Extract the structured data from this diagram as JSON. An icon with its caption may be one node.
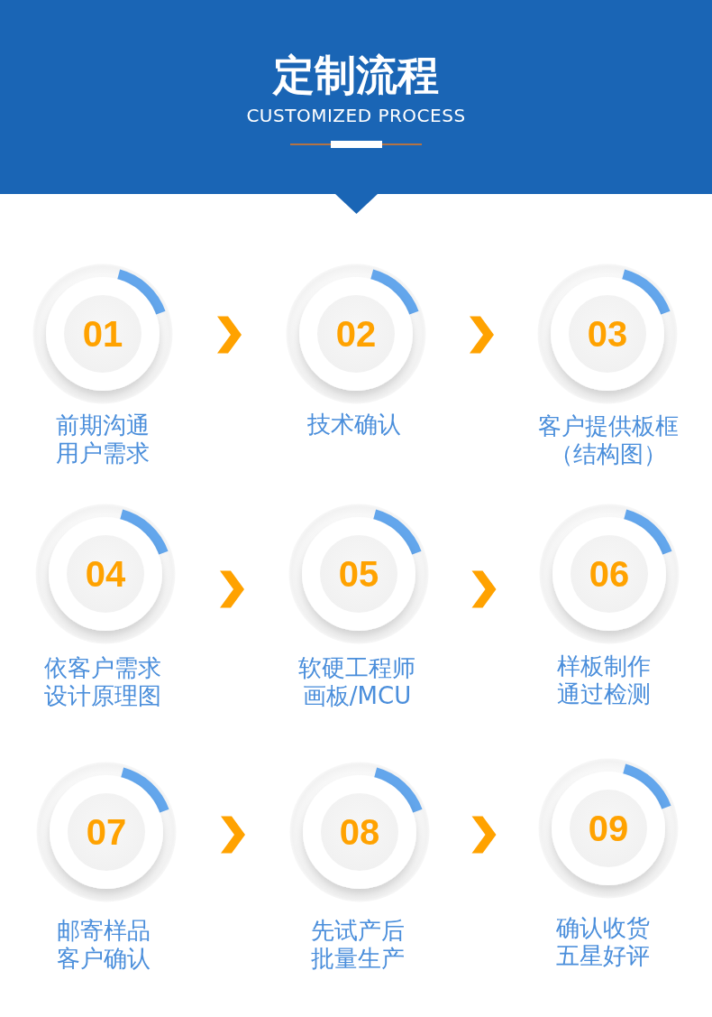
{
  "diagram": {
    "title": "定制流程",
    "nodes": [
      {
        "text": [
          "01"
        ],
        "beside": [
          "前期沟通用户需求"
        ]
      },
      {
        "text": [
          "02"
        ],
        "beside": [
          "技术确认"
        ]
      },
      {
        "text": [
          "03"
        ],
        "beside": [
          "客户提供板框（结构图）"
        ]
      },
      {
        "text": [
          "04"
        ],
        "beside": [
          "依客户需求设计原理图"
        ]
      },
      {
        "text": [
          "05"
        ],
        "beside": [
          "软硬工程师画板/MCU"
        ]
      },
      {
        "text": [
          "06"
        ],
        "beside": [
          "样板制作通过检测"
        ]
      },
      {
        "text": [
          "07"
        ],
        "beside": [
          "邮寄样品客户确认"
        ]
      },
      {
        "text": [
          "08"
        ],
        "beside": [
          "先试产后批量生产"
        ]
      },
      {
        "text": [
          "09"
        ],
        "beside": [
          "确认收货五星好评"
        ]
      }
    ],
    "edges": [
      {
        "from": 0,
        "to": 1,
        "arrow": "to"
      },
      {
        "from": 1,
        "to": 2,
        "arrow": "to"
      },
      {
        "from": 3,
        "to": 4,
        "arrow": "to"
      },
      {
        "from": 4,
        "to": 5,
        "arrow": "to"
      },
      {
        "from": 6,
        "to": 7,
        "arrow": "to"
      },
      {
        "from": 7,
        "to": 8,
        "arrow": "to"
      }
    ],
    "labels": [
      "CUSTOMIZED PROCESS"
    ]
  }
}
